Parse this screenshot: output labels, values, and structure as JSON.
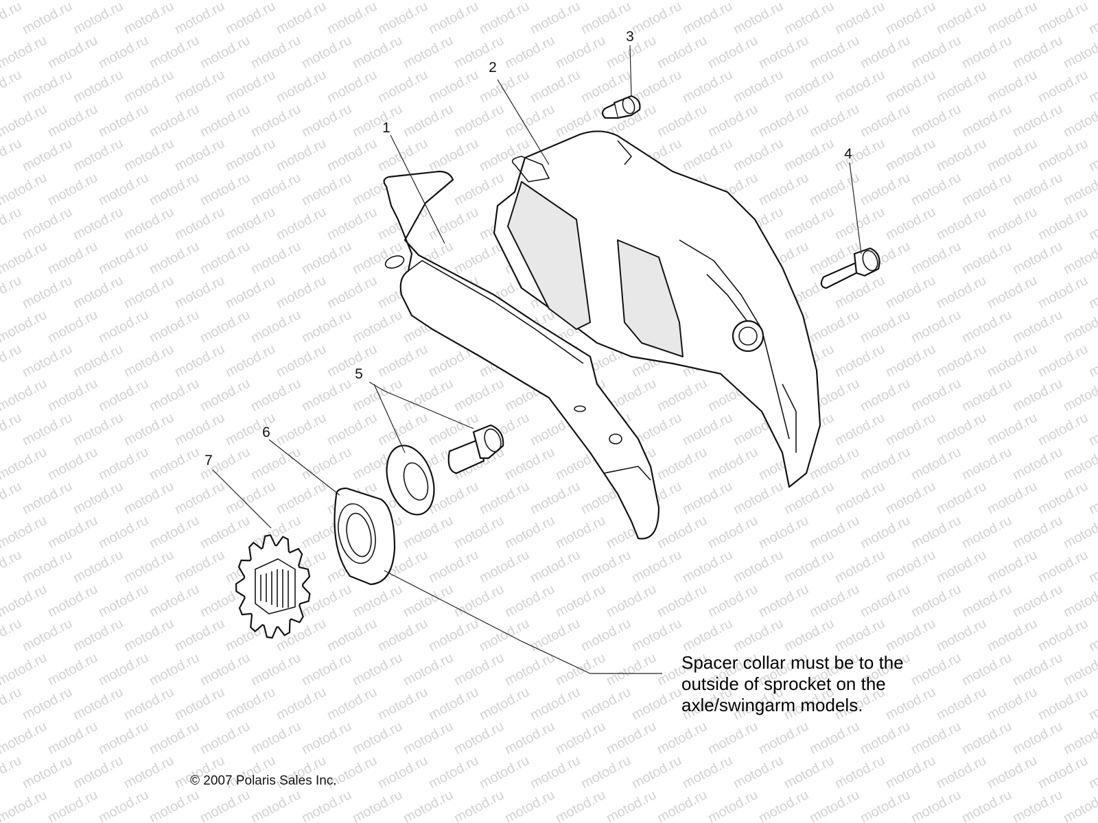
{
  "watermark_text": "motod.ru",
  "callouts": [
    {
      "id": "1",
      "label": "1"
    },
    {
      "id": "2",
      "label": "2"
    },
    {
      "id": "3",
      "label": "3"
    },
    {
      "id": "4",
      "label": "4"
    },
    {
      "id": "5",
      "label": "5"
    },
    {
      "id": "6",
      "label": "6"
    },
    {
      "id": "7",
      "label": "7"
    }
  ],
  "note": {
    "lines": [
      "Spacer collar must be to the",
      "outside of sprocket on the",
      "axle/swingarm models."
    ]
  },
  "copyright": "© 2007 Polaris Sales Inc.",
  "colors": {
    "line": "#111111",
    "watermark": "#d2d2d2",
    "background": "#ffffff"
  }
}
